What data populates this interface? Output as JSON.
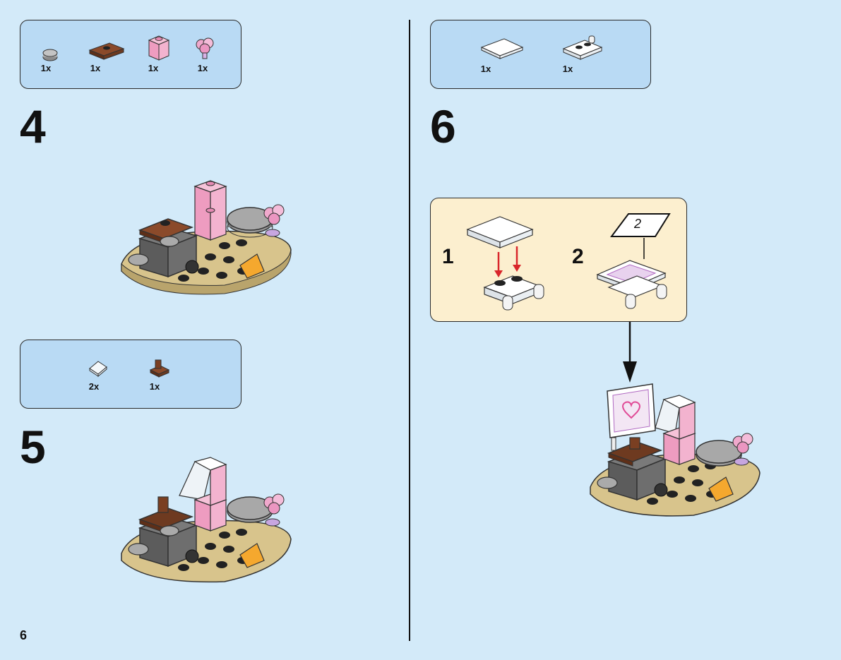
{
  "page_number": "6",
  "steps": [
    {
      "number": "4",
      "parts": [
        {
          "qty": "1x",
          "icon": "round-plate-gray-icon"
        },
        {
          "qty": "1x",
          "icon": "plate-brown-icon"
        },
        {
          "qty": "1x",
          "icon": "brick-pink-transparent-icon"
        },
        {
          "qty": "1x",
          "icon": "flower-pink-icon"
        }
      ]
    },
    {
      "number": "5",
      "parts": [
        {
          "qty": "2x",
          "icon": "slope-clear-icon"
        },
        {
          "qty": "1x",
          "icon": "hinge-brown-icon"
        }
      ]
    },
    {
      "number": "6",
      "parts": [
        {
          "qty": "1x",
          "icon": "tile-white-icon"
        },
        {
          "qty": "1x",
          "icon": "plate-white-clip-icon"
        }
      ],
      "substeps": [
        {
          "number": "1"
        },
        {
          "number": "2",
          "sticker_label": "2"
        }
      ]
    }
  ],
  "colors": {
    "page_bg": "#d3eaf9",
    "parts_box_bg": "#b9daf4",
    "substep_box_bg": "#fcefcf",
    "arrow_red": "#d9262b"
  }
}
